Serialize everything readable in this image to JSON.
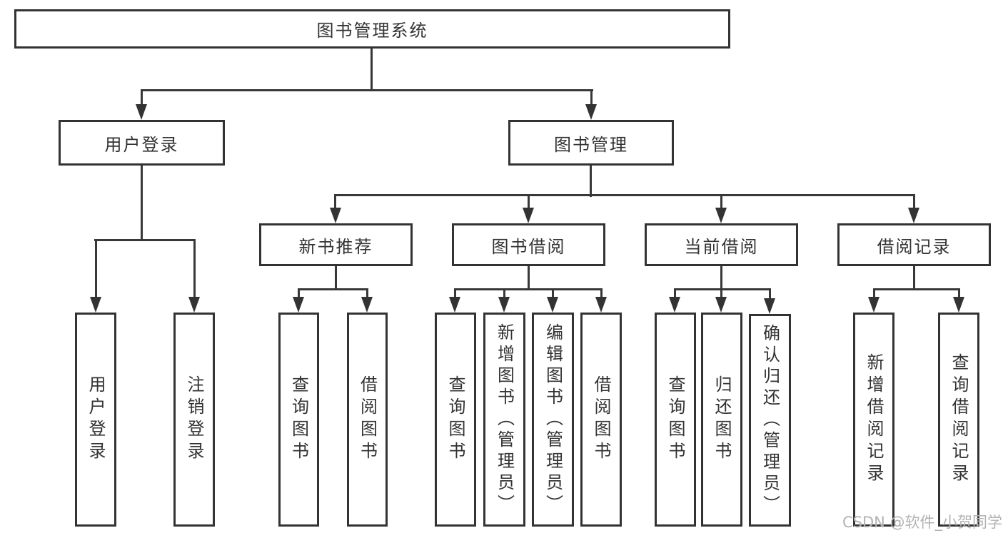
{
  "diagram": {
    "type": "hierarchy",
    "nodes": {
      "root": {
        "label": "图书管理系统"
      },
      "user_login": {
        "label": "用户登录"
      },
      "book_mgmt": {
        "label": "图书管理"
      },
      "new_book": {
        "label": "新书推荐"
      },
      "book_borrow": {
        "label": "图书借阅"
      },
      "current_borrow": {
        "label": "当前借阅"
      },
      "borrow_record": {
        "label": "借阅记录"
      }
    },
    "leaves": [
      {
        "label": "用户登录",
        "parent": "用户登录"
      },
      {
        "label": "注销登录",
        "parent": "用户登录"
      },
      {
        "label": "查询图书",
        "parent": "新书推荐"
      },
      {
        "label": "借阅图书",
        "parent": "新书推荐"
      },
      {
        "label": "查询图书",
        "parent": "图书借阅"
      },
      {
        "label": "新增图书（管理员）",
        "parent": "图书借阅"
      },
      {
        "label": "编辑图书（管理员）",
        "parent": "图书借阅"
      },
      {
        "label": "借阅图书",
        "parent": "图书借阅"
      },
      {
        "label": "查询图书",
        "parent": "当前借阅"
      },
      {
        "label": "归还图书",
        "parent": "当前借阅"
      },
      {
        "label": "确认归还（管理员）",
        "parent": "当前借阅"
      },
      {
        "label": "新增借阅记录",
        "parent": "借阅记录"
      },
      {
        "label": "查询借阅记录",
        "parent": "借阅记录"
      }
    ]
  },
  "watermark": "CSDN @软件_小贺同学",
  "colors": {
    "line": "#383838",
    "border": "#333333",
    "text": "#333333",
    "watermark": "#b3b3b3",
    "background": "#ffffff"
  }
}
